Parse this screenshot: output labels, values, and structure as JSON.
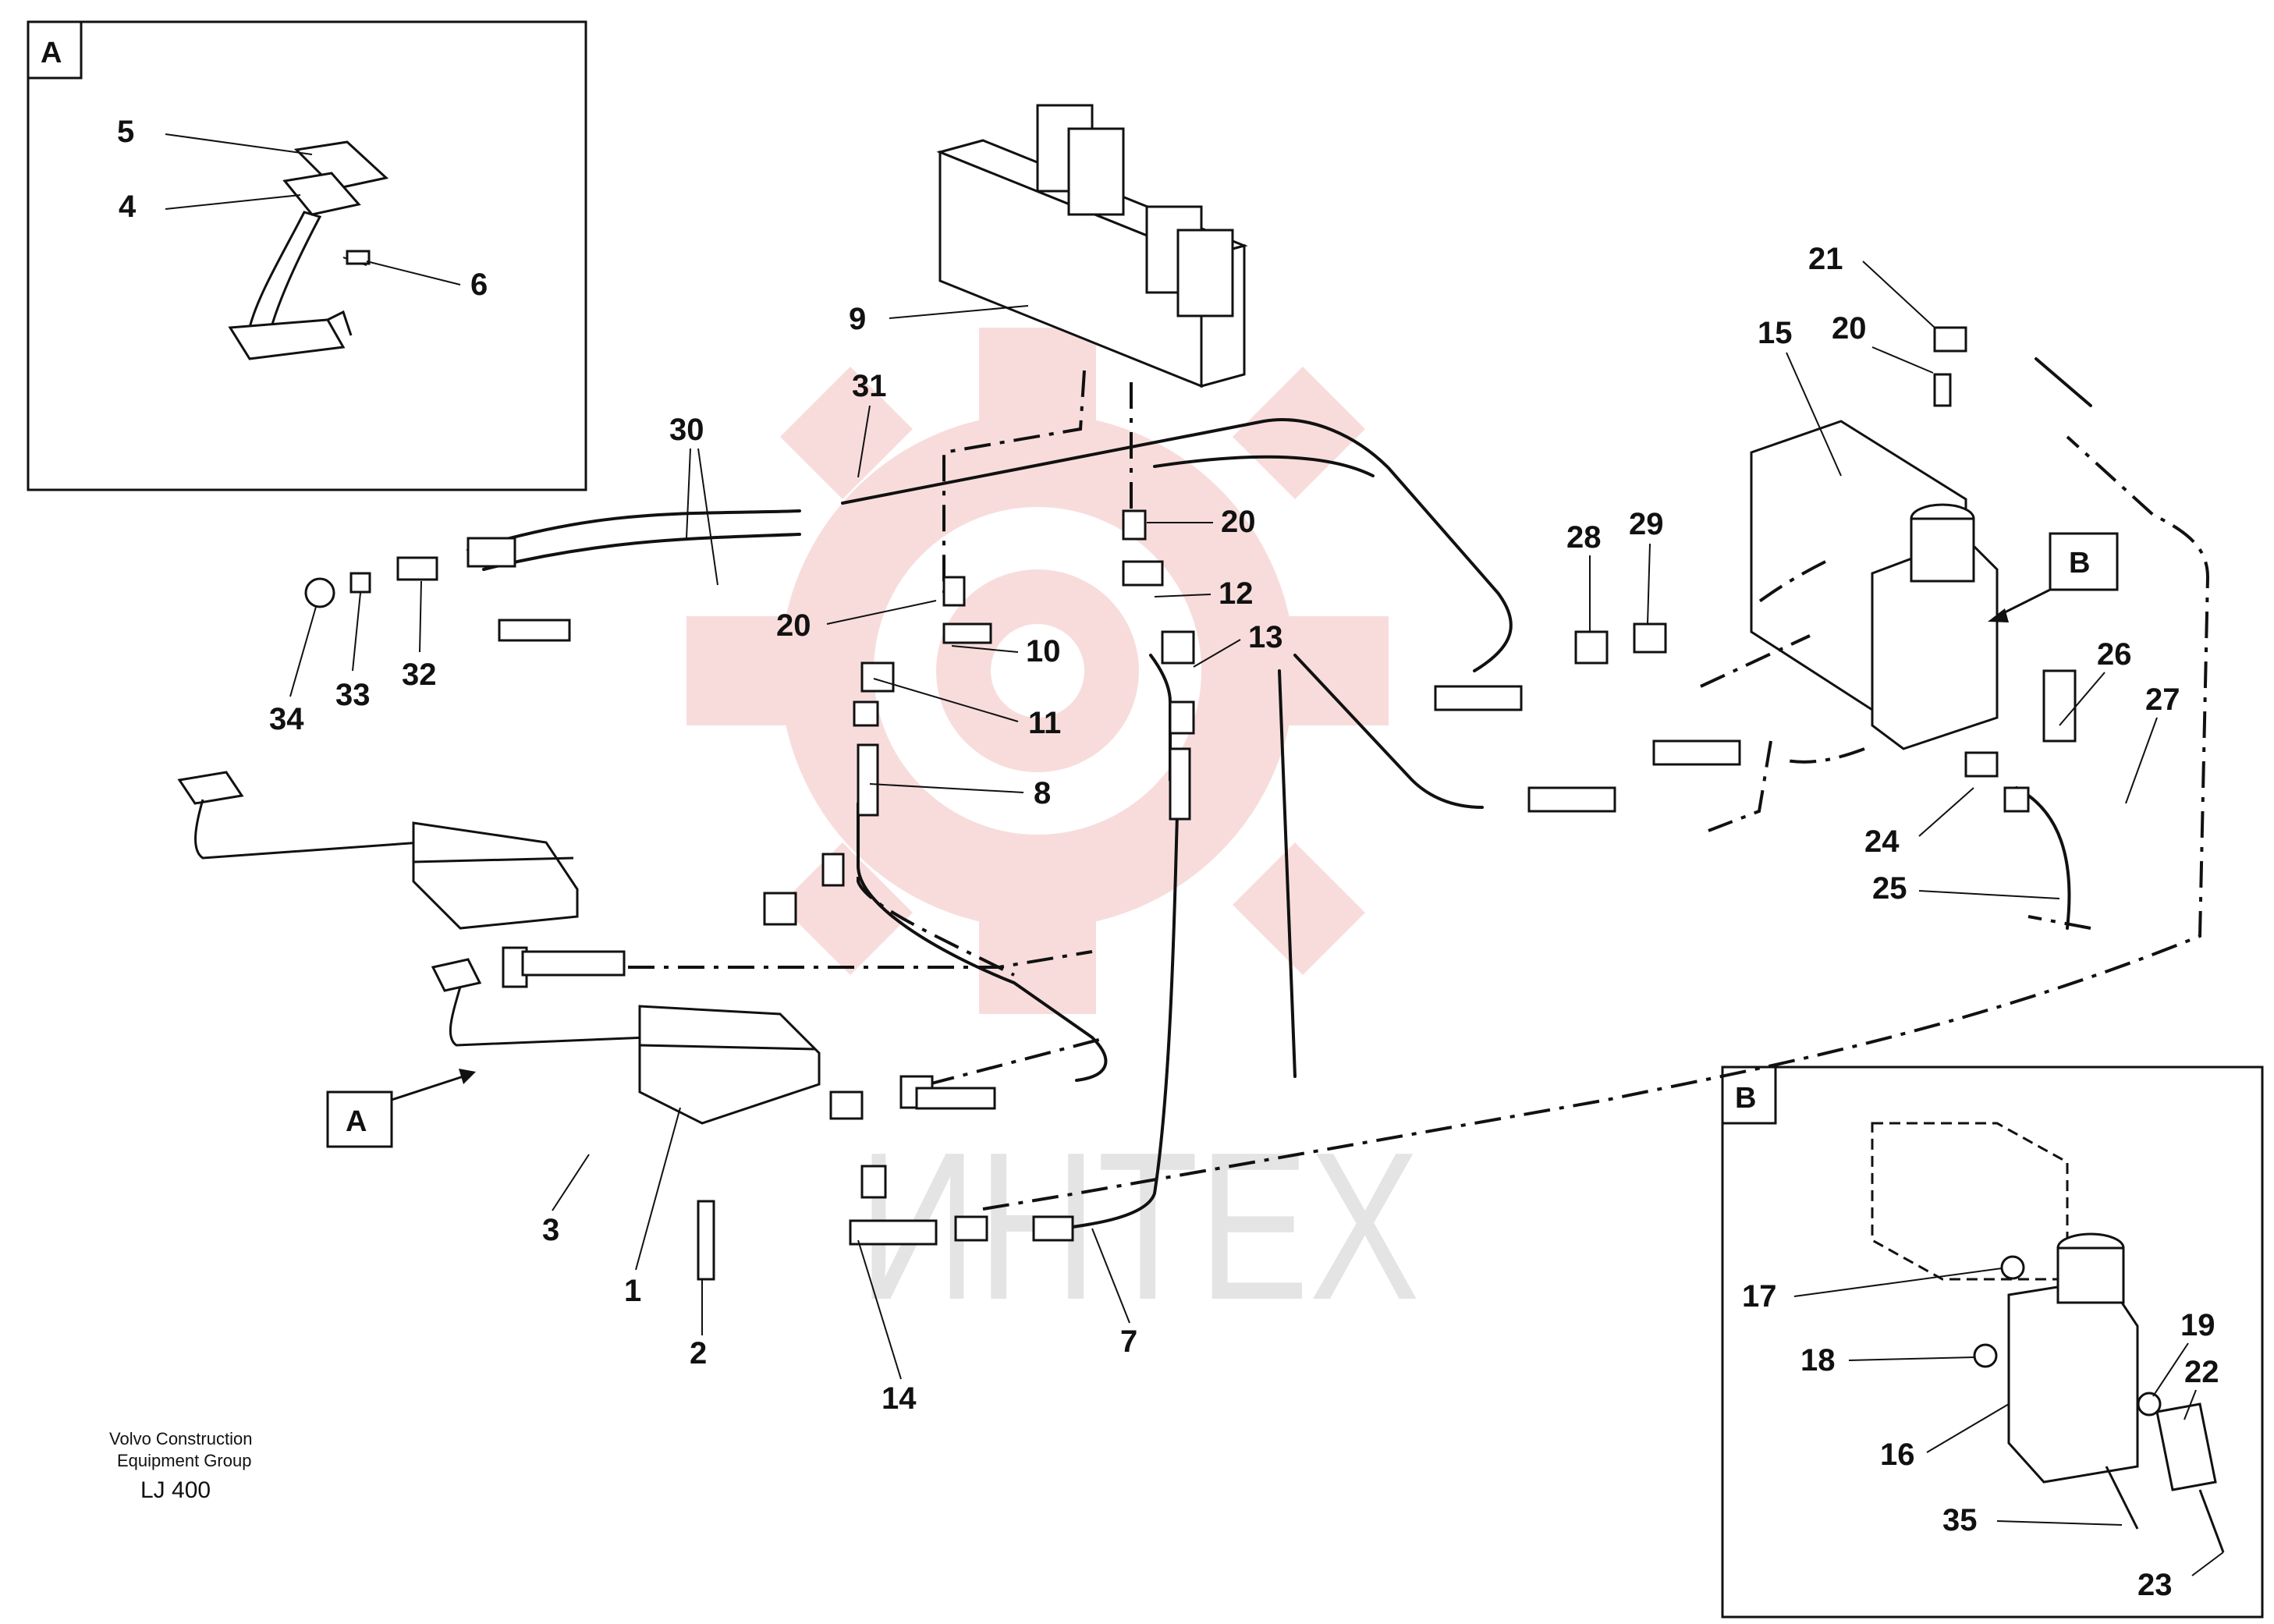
{
  "watermark": {
    "text": "ИНТЕХ",
    "color": "#f2b8b8"
  },
  "detail_boxes": [
    {
      "id": "detail-a",
      "label": "A"
    },
    {
      "id": "detail-b",
      "label": "B"
    }
  ],
  "callout_flags": [
    {
      "id": "flag-a",
      "label": "A"
    },
    {
      "id": "flag-b",
      "label": "B"
    }
  ],
  "part_numbers": [
    "5",
    "4",
    "6",
    "9",
    "31",
    "30",
    "20",
    "20",
    "20",
    "12",
    "10",
    "13",
    "11",
    "8",
    "34",
    "33",
    "32",
    "21",
    "15",
    "28",
    "29",
    "26",
    "27",
    "24",
    "25",
    "3",
    "1",
    "2",
    "14",
    "7",
    "17",
    "18",
    "16",
    "19",
    "22",
    "35",
    "23"
  ],
  "footer": {
    "company_line1": "Volvo Construction",
    "company_line2": "Equipment Group",
    "code": "LJ 400"
  }
}
